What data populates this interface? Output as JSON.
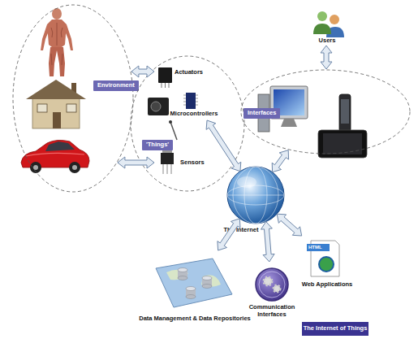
{
  "diagram": {
    "nodes": [
      {
        "text": [
          "Environment"
        ]
      },
      {
        "text": [
          "'Things'"
        ]
      },
      {
        "text": [
          "Actuators"
        ],
        "in": 1
      },
      {
        "text": [
          "Microcontrollers"
        ],
        "in": 1
      },
      {
        "text": [
          "Sensors"
        ],
        "in": 1
      },
      {
        "text": [
          "Interfaces"
        ]
      },
      {
        "text": [
          "Users"
        ]
      },
      {
        "text": [
          "The Internet"
        ]
      },
      {
        "text": [
          "Data Management & Data Repositories"
        ]
      },
      {
        "text": [
          "Communication Interfaces"
        ]
      },
      {
        "text": [
          "Web Applications"
        ]
      },
      {
        "text": [
          "The Internet of Things"
        ]
      }
    ],
    "edges": [
      {
        "from": 0,
        "to": 2,
        "arrow": "both"
      },
      {
        "from": 0,
        "to": 4,
        "arrow": "both"
      },
      {
        "from": 3,
        "to": 7,
        "arrow": "both"
      },
      {
        "from": 5,
        "to": 7,
        "arrow": "both"
      },
      {
        "from": 5,
        "to": 6,
        "arrow": "both"
      },
      {
        "from": 7,
        "to": 8,
        "arrow": "both"
      },
      {
        "from": 7,
        "to": 9,
        "arrow": "both"
      },
      {
        "from": 7,
        "to": 10,
        "arrow": "both"
      }
    ],
    "labels": [
      "HTML"
    ]
  }
}
